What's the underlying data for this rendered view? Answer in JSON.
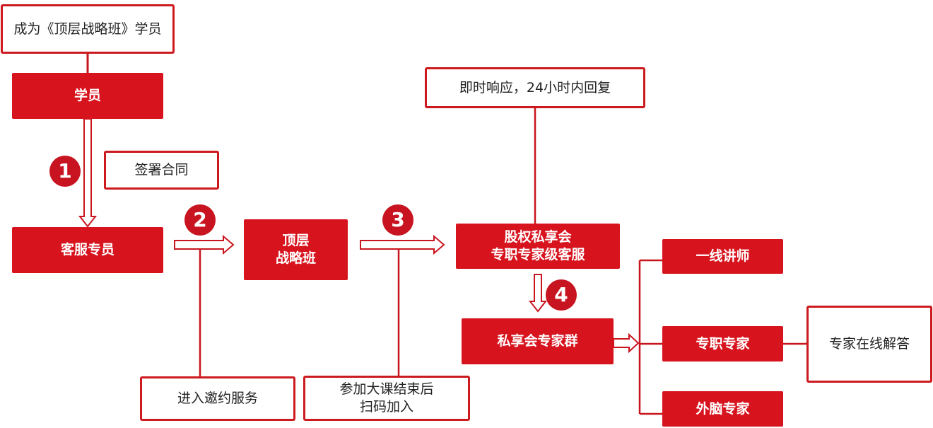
{
  "colors": {
    "red": "#d7141e",
    "line": "#c8161e",
    "badge": "#c81420"
  },
  "nodes": {
    "goal": "成为《顶层战略班》学员",
    "student": "学员",
    "sign": "签署合同",
    "cs": "客服专员",
    "invite": "进入邀约服务",
    "top_line1": "顶层",
    "top_line2": "战略班",
    "join_line1": "参加大课结束后",
    "join_line2": "扫码加入",
    "equity_line1": "股权私享会",
    "equity_line2": "专职专家级客服",
    "instant": "即时响应，24小时内回复",
    "group": "私享会专家群",
    "lecturer": "一线讲师",
    "expert": "专职专家",
    "brain": "外脑专家",
    "answer": "专家在线解答"
  },
  "steps": [
    "1",
    "2",
    "3",
    "4"
  ]
}
